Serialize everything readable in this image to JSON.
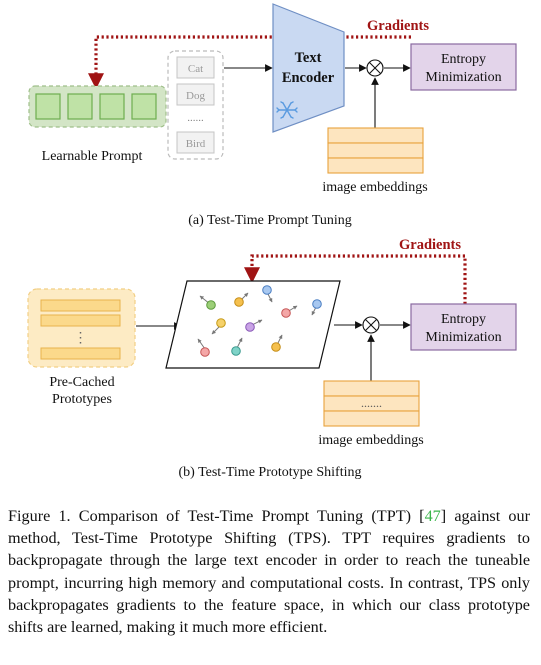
{
  "panel_a": {
    "gradients_label": "Gradients",
    "text_encoder_line1": "Text",
    "text_encoder_line2": "Encoder",
    "entropy_line1": "Entropy",
    "entropy_line2": "Minimization",
    "learnable_prompt_label": "Learnable Prompt",
    "class_names": [
      "Cat",
      "Dog",
      "......",
      "Bird"
    ],
    "image_embeddings_label": "image embeddings",
    "caption": "(a) Test-Time Prompt Tuning"
  },
  "panel_b": {
    "gradients_label": "Gradients",
    "entropy_line1": "Entropy",
    "entropy_line2": "Minimization",
    "prototypes_line1": "Pre-Cached",
    "prototypes_line2": "Prototypes",
    "cache_ellipsis": "⋮",
    "embedding_ellipsis": ".......",
    "image_embeddings_label": "image embeddings",
    "caption": "(b) Test-Time Prototype Shifting"
  },
  "figure_caption": {
    "part1": "Figure 1.  Comparison of Test-Time Prompt Tuning (TPT) [",
    "citation": "47",
    "part2": "] against our method, Test-Time Prototype Shifting (TPS). TPT requires gradients to backpropagate through the large text encoder in order to reach the tuneable prompt, incurring high memory and computational costs. In contrast, TPS only backpropagates gradients to the feature space, in which our class prototype shifts are learned, making it much more efficient."
  },
  "colors": {
    "gradient_arrow": "#a01414",
    "entropy_fill": "#e3d4ea",
    "entropy_stroke": "#8a6aa0",
    "encoder_fill": "#c9d9f2",
    "encoder_stroke": "#6f8fc4",
    "prompt_fill": "#bfe2a6",
    "prompt_bg": "#d3e5c6",
    "embedding_fill": "#fde5bf",
    "embedding_stroke": "#e8a23c",
    "cache_bg": "#fdebc4",
    "cache_bar": "#fbd98b",
    "snowflake": "#5a9be0"
  },
  "icons": [
    "multiply-circle-icon",
    "snowflake-icon",
    "arrow-icon"
  ]
}
